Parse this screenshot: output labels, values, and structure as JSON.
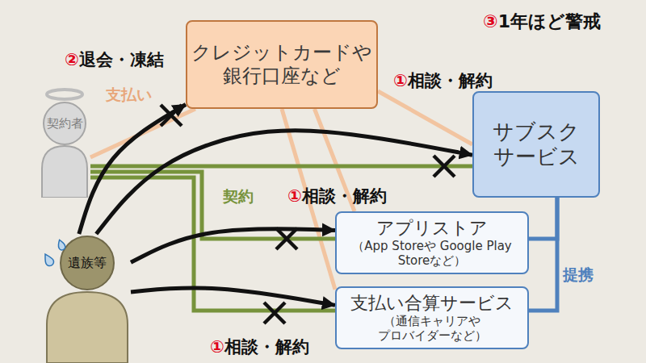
{
  "diagram": {
    "nodes": [
      {
        "text": [
          "クレジットカードや 銀行口座など"
        ]
      },
      {
        "text": [
          "契約者"
        ]
      },
      {
        "text": [
          "サブスク サービス"
        ]
      },
      {
        "text": [
          "アプリストア",
          "（App Storeや Google Play Storeなど）"
        ]
      },
      {
        "text": [
          "支払い合算サービス",
          "（通信キャリアや プロバイダーなど）"
        ]
      },
      {
        "text": [
          "遺族等"
        ]
      }
    ],
    "edges": [
      {
        "from": 1,
        "to": 0,
        "arrow": "none"
      },
      {
        "from": 0,
        "to": 2,
        "arrow": "none"
      },
      {
        "from": 0,
        "to": 3,
        "arrow": "none"
      },
      {
        "from": 0,
        "to": 4,
        "arrow": "none"
      },
      {
        "from": 1,
        "to": 2,
        "arrow": "none"
      },
      {
        "from": 1,
        "to": 3,
        "arrow": "none"
      },
      {
        "from": 1,
        "to": 4,
        "arrow": "none"
      },
      {
        "from": 2,
        "to": 3,
        "arrow": "none"
      },
      {
        "from": 2,
        "to": 4,
        "arrow": "none"
      },
      {
        "from": 5,
        "to": 0,
        "arrow": "to",
        "label": "②退会・凍結"
      },
      {
        "from": 5,
        "to": 2,
        "arrow": "to",
        "label": "①相談・解約"
      },
      {
        "from": 5,
        "to": 3,
        "arrow": "to",
        "label": "①相談・解約"
      },
      {
        "from": 5,
        "to": 4,
        "arrow": "to",
        "label": "①相談・解約"
      }
    ],
    "labels": [
      "③1年ほど警戒",
      "支払い",
      "契約",
      "提携"
    ]
  }
}
